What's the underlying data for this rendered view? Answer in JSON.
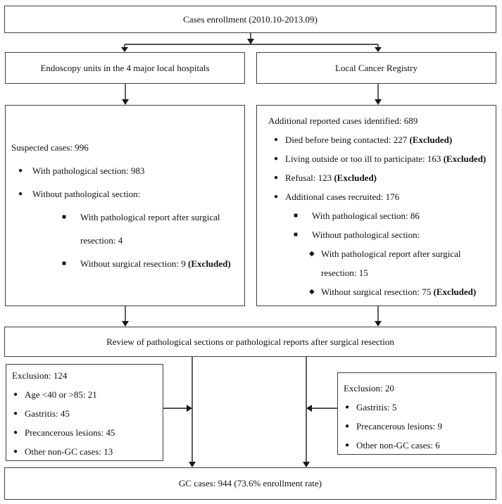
{
  "flow": {
    "top_box": {
      "label": "Cases enrollment (2010.10-2013.09)"
    },
    "sources": {
      "left": {
        "label": "Endoscopy units in the 4 major local hospitals"
      },
      "right": {
        "label": "Local Cancer Registry"
      }
    },
    "detail_left": {
      "title": "Suspected cases: 996",
      "items": [
        {
          "bullet": "●",
          "text": "With pathological section: 983",
          "bold": ""
        },
        {
          "bullet": "●",
          "text": "Without pathological section:",
          "bold": ""
        },
        {
          "bullet": "■",
          "text": "With pathological report after surgical resection: 4",
          "bold": ""
        },
        {
          "bullet": "■",
          "text": "Without surgical resection: 9 ",
          "bold": "(Excluded)"
        }
      ]
    },
    "detail_right": {
      "title": "Additional reported cases identified: 689",
      "items": [
        {
          "bullet": "●",
          "text": "Died before being contacted: 227 ",
          "bold": "(Excluded)"
        },
        {
          "bullet": "●",
          "text": "Living outside or too ill to participate: 163 ",
          "bold": "(Excluded)"
        },
        {
          "bullet": "●",
          "text": "Refusal: 123 ",
          "bold": "(Excluded)"
        },
        {
          "bullet": "●",
          "text": "Additional cases recruited: 176",
          "bold": ""
        },
        {
          "bullet": "■",
          "text": "With pathological section: 86",
          "bold": ""
        },
        {
          "bullet": "■",
          "text": "Without pathological section:",
          "bold": ""
        },
        {
          "bullet": "◆",
          "text": "With pathological report after surgical resection: 15",
          "bold": ""
        },
        {
          "bullet": "◆",
          "text": "Without surgical resection: 75 ",
          "bold": "(Excluded)"
        }
      ]
    },
    "review_box": {
      "label": "Review of pathological sections or pathological reports after surgical resection"
    },
    "exclusion_left": {
      "title": "Exclusion: 124",
      "items": [
        {
          "bullet": "●",
          "text": "Age <40 or >85: 21"
        },
        {
          "bullet": "●",
          "text": "Gastritis: 45"
        },
        {
          "bullet": "●",
          "text": "Precancerous lesions: 45"
        },
        {
          "bullet": "●",
          "text": "Other non-GC cases: 13"
        }
      ]
    },
    "exclusion_right": {
      "title": "Exclusion: 20",
      "items": [
        {
          "bullet": "●",
          "text": "Gastritis: 5"
        },
        {
          "bullet": "●",
          "text": "Precancerous lesions: 9"
        },
        {
          "bullet": "●",
          "text": "Other non-GC cases: 6"
        }
      ]
    },
    "result_box": {
      "label": "GC cases: 944 (73.6% enrollment rate)"
    },
    "colors": {
      "box_border": "#3f3f3f",
      "connector": "#1a1a1a",
      "text": "#111111",
      "background": "#ffffff"
    }
  }
}
